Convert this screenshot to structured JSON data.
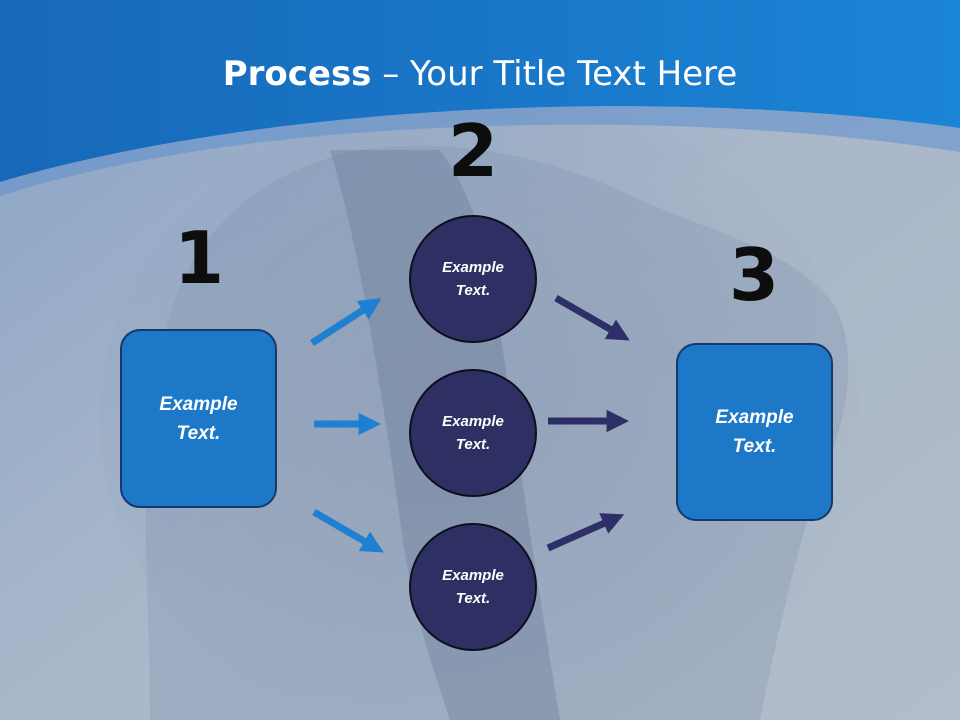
{
  "title": {
    "bold": "Process",
    "rest": " – Your Title Text Here"
  },
  "numbers": [
    "1",
    "2",
    "3"
  ],
  "left_box": {
    "line1": "Example",
    "line2": "Text."
  },
  "circles": [
    {
      "line1": "Example",
      "line2": "Text."
    },
    {
      "line1": "Example",
      "line2": "Text."
    },
    {
      "line1": "Example",
      "line2": "Text."
    }
  ],
  "right_box": {
    "line1": "Example",
    "line2": "Text."
  },
  "colors": {
    "header_blue": "#1a74c4",
    "box_blue": "#1e78c8",
    "circle_navy": "#2e3063",
    "arrow_blue": "#1f7fd0",
    "arrow_navy": "#2d2f66"
  }
}
